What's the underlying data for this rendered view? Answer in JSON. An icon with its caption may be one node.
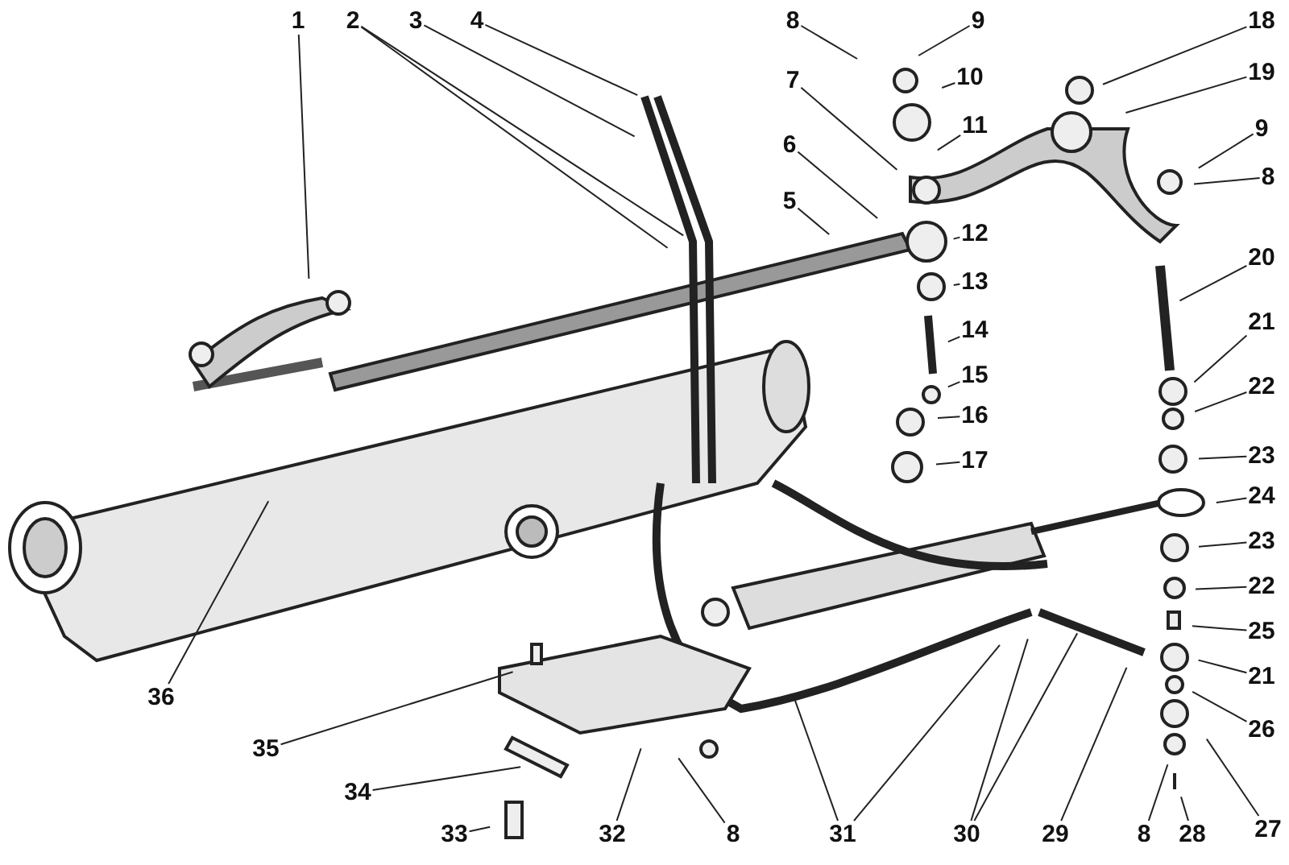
{
  "diagram": {
    "nodes": [
      {
        "text": [
          "1"
        ]
      },
      {
        "text": [
          "2"
        ]
      },
      {
        "text": [
          "3"
        ]
      },
      {
        "text": [
          "4"
        ]
      },
      {
        "text": [
          "5"
        ]
      },
      {
        "text": [
          "6"
        ]
      },
      {
        "text": [
          "7"
        ]
      },
      {
        "text": [
          "8"
        ]
      },
      {
        "text": [
          "9"
        ]
      },
      {
        "text": [
          "10"
        ]
      },
      {
        "text": [
          "11"
        ]
      },
      {
        "text": [
          "12"
        ]
      },
      {
        "text": [
          "13"
        ]
      },
      {
        "text": [
          "14"
        ]
      },
      {
        "text": [
          "15"
        ]
      },
      {
        "text": [
          "16"
        ]
      },
      {
        "text": [
          "17"
        ]
      },
      {
        "text": [
          "18"
        ]
      },
      {
        "text": [
          "19"
        ]
      },
      {
        "text": [
          "9"
        ]
      },
      {
        "text": [
          "8"
        ]
      },
      {
        "text": [
          "20"
        ]
      },
      {
        "text": [
          "21"
        ]
      },
      {
        "text": [
          "22"
        ]
      },
      {
        "text": [
          "23"
        ]
      },
      {
        "text": [
          "24"
        ]
      },
      {
        "text": [
          "23"
        ]
      },
      {
        "text": [
          "22"
        ]
      },
      {
        "text": [
          "25"
        ]
      },
      {
        "text": [
          "21"
        ]
      },
      {
        "text": [
          "26"
        ]
      },
      {
        "text": [
          "27"
        ]
      },
      {
        "text": [
          "28"
        ]
      },
      {
        "text": [
          "8"
        ]
      },
      {
        "text": [
          "29"
        ]
      },
      {
        "text": [
          "30"
        ]
      },
      {
        "text": [
          "31"
        ]
      },
      {
        "text": [
          "8"
        ]
      },
      {
        "text": [
          "32"
        ]
      },
      {
        "text": [
          "33"
        ]
      },
      {
        "text": [
          "34"
        ]
      },
      {
        "text": [
          "35"
        ]
      },
      {
        "text": [
          "36"
        ]
      }
    ],
    "edges": [
      {
        "from": 0,
        "to": null,
        "arrow": "none"
      },
      {
        "from": 1,
        "to": null,
        "arrow": "none"
      },
      {
        "from": 1,
        "to": null,
        "arrow": "none"
      },
      {
        "from": 2,
        "to": null,
        "arrow": "none"
      },
      {
        "from": 3,
        "to": null,
        "arrow": "none"
      },
      {
        "from": 4,
        "to": null,
        "arrow": "none"
      },
      {
        "from": 5,
        "to": null,
        "arrow": "none"
      },
      {
        "from": 6,
        "to": null,
        "arrow": "none"
      },
      {
        "from": 7,
        "to": null,
        "arrow": "none"
      },
      {
        "from": 8,
        "to": null,
        "arrow": "none"
      },
      {
        "from": 9,
        "to": null,
        "arrow": "none"
      },
      {
        "from": 10,
        "to": null,
        "arrow": "none"
      },
      {
        "from": 11,
        "to": null,
        "arrow": "none"
      },
      {
        "from": 12,
        "to": null,
        "arrow": "none"
      },
      {
        "from": 13,
        "to": null,
        "arrow": "none"
      },
      {
        "from": 14,
        "to": null,
        "arrow": "none"
      },
      {
        "from": 15,
        "to": null,
        "arrow": "none"
      },
      {
        "from": 16,
        "to": null,
        "arrow": "none"
      },
      {
        "from": 17,
        "to": null,
        "arrow": "none"
      },
      {
        "from": 18,
        "to": null,
        "arrow": "none"
      },
      {
        "from": 19,
        "to": null,
        "arrow": "none"
      },
      {
        "from": 20,
        "to": null,
        "arrow": "none"
      },
      {
        "from": 21,
        "to": null,
        "arrow": "none"
      },
      {
        "from": 22,
        "to": null,
        "arrow": "none"
      },
      {
        "from": 23,
        "to": null,
        "arrow": "none"
      },
      {
        "from": 24,
        "to": null,
        "arrow": "none"
      },
      {
        "from": 25,
        "to": null,
        "arrow": "none"
      },
      {
        "from": 26,
        "to": null,
        "arrow": "none"
      },
      {
        "from": 27,
        "to": null,
        "arrow": "none"
      },
      {
        "from": 28,
        "to": null,
        "arrow": "none"
      },
      {
        "from": 29,
        "to": null,
        "arrow": "none"
      },
      {
        "from": 30,
        "to": null,
        "arrow": "none"
      },
      {
        "from": 31,
        "to": null,
        "arrow": "none"
      },
      {
        "from": 32,
        "to": null,
        "arrow": "none"
      },
      {
        "from": 33,
        "to": null,
        "arrow": "none"
      },
      {
        "from": 34,
        "to": null,
        "arrow": "none"
      },
      {
        "from": 35,
        "to": null,
        "arrow": "none"
      },
      {
        "from": 35,
        "to": null,
        "arrow": "none"
      },
      {
        "from": 36,
        "to": null,
        "arrow": "none"
      },
      {
        "from": 36,
        "to": null,
        "arrow": "none"
      },
      {
        "from": 37,
        "to": null,
        "arrow": "none"
      },
      {
        "from": 38,
        "to": null,
        "arrow": "none"
      },
      {
        "from": 39,
        "to": null,
        "arrow": "none"
      },
      {
        "from": 40,
        "to": null,
        "arrow": "none"
      },
      {
        "from": 41,
        "to": null,
        "arrow": "none"
      },
      {
        "from": 42,
        "to": null,
        "arrow": "none"
      }
    ]
  }
}
